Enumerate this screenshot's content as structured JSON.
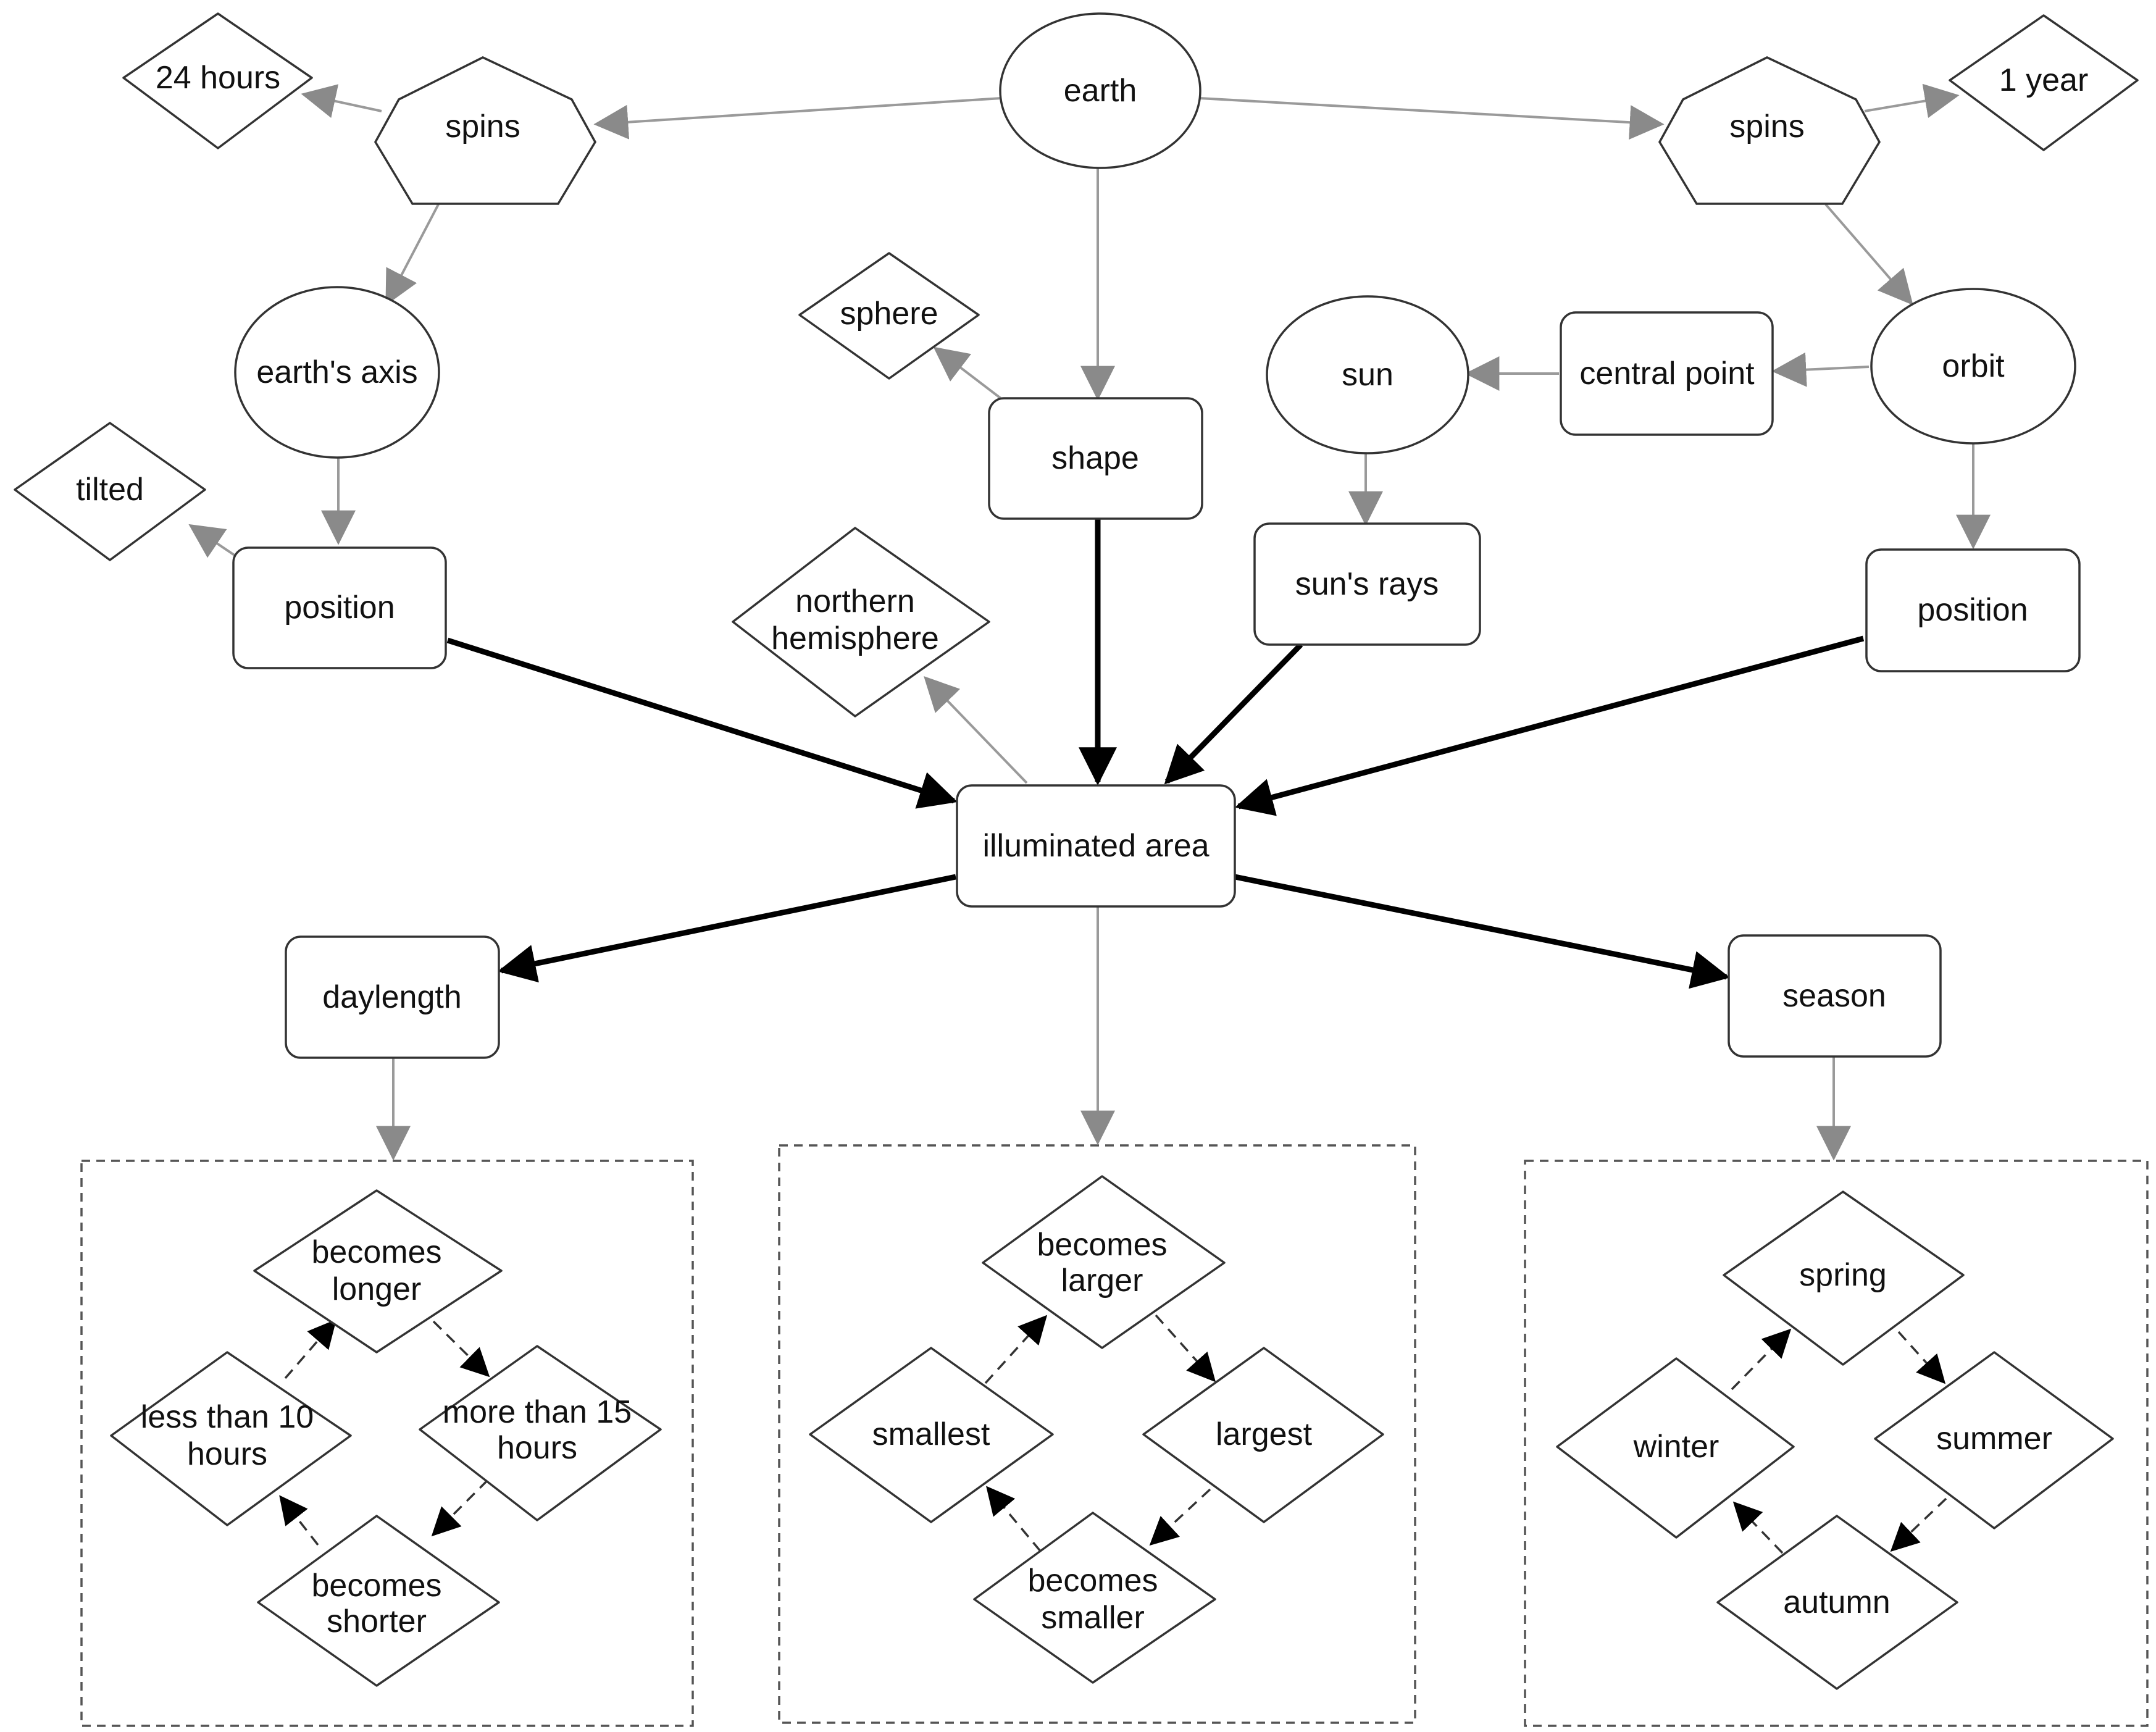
{
  "diagram": {
    "colors": {
      "grey_edge": "#9a9a9a",
      "bold_edge": "#000000",
      "node_stroke": "#333333"
    },
    "nodes": {
      "earth": "earth",
      "spins_day": "spins",
      "hours_24": "24 hours",
      "spins_year": "spins",
      "year_1": "1 year",
      "earths_axis": "earth's axis",
      "tilted": "tilted",
      "position_left": "position",
      "sphere": "sphere",
      "shape": "shape",
      "sun": "sun",
      "central_point": "central point",
      "orbit": "orbit",
      "suns_rays": "sun's rays",
      "position_right": "position",
      "northern_hemisphere": [
        "northern",
        "hemisphere"
      ],
      "illuminated_area": "illuminated area",
      "daylength": "daylength",
      "season": "season",
      "becomes_longer": [
        "becomes",
        "longer"
      ],
      "less_than_10": [
        "less than 10",
        "hours"
      ],
      "more_than_15": [
        "more than 15",
        "hours"
      ],
      "becomes_shorter": [
        "becomes",
        "shorter"
      ],
      "becomes_larger": [
        "becomes",
        "larger"
      ],
      "smallest": "smallest",
      "largest": "largest",
      "becomes_smaller": [
        "becomes",
        "smaller"
      ],
      "spring": "spring",
      "winter": "winter",
      "summer": "summer",
      "autumn": "autumn"
    }
  }
}
